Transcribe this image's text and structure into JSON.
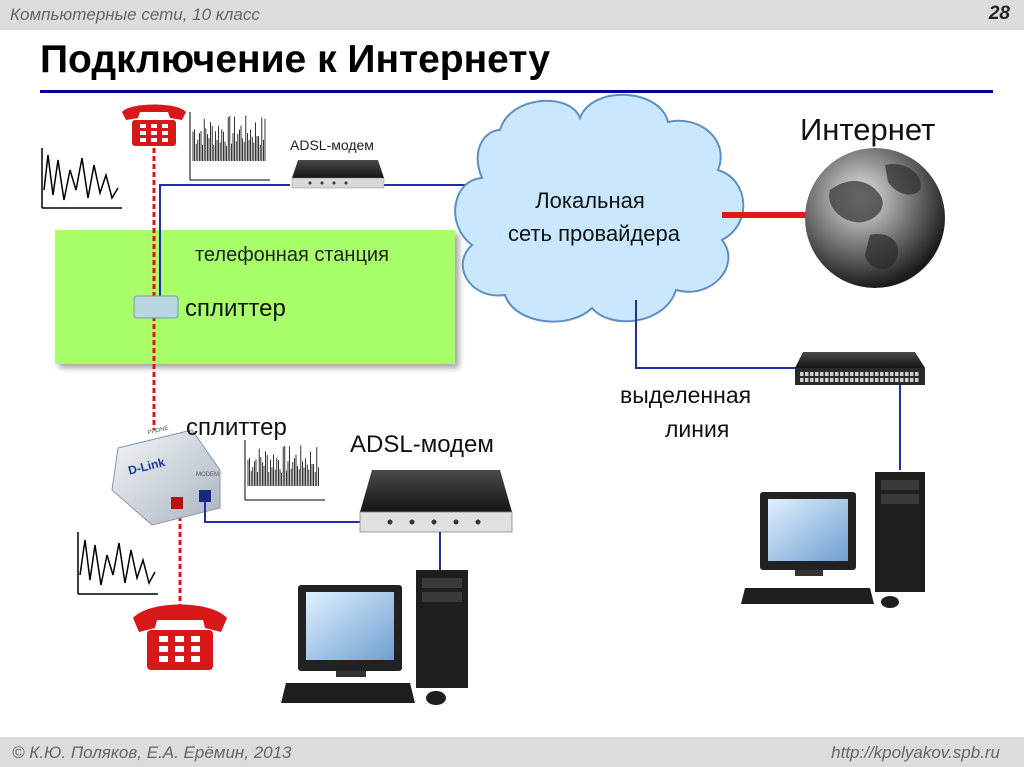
{
  "header": {
    "course": "Компьютерные сети, 10 класс",
    "page_number": "28",
    "title": "Подключение к Интернету"
  },
  "footer": {
    "authors": "© К.Ю. Поляков, Е.А. Ерёмин, 2013",
    "site": "http://kpolyakov.spb.ru"
  },
  "diagram": {
    "adsl_modem_small": "ADSL-модем",
    "internet": "Интернет",
    "provider_cloud_line1": "Локальная",
    "provider_cloud_line2": "сеть провайдера",
    "phone_station": "телефонная станция",
    "splitter_station": "сплиттер",
    "splitter_home": "сплиттер",
    "adsl_modem_home": "ADSL-модем",
    "leased_line_1": "выделенная",
    "leased_line_2": "линия",
    "splitter_brand": "D-Link",
    "splitter_port_phone": "PHONE",
    "splitter_port_modem": "MODEM"
  },
  "colors": {
    "phone_red": "#d81818",
    "station_green": "#a8ff6a",
    "line_blue": "#2030a0",
    "cloud_fill": "#c9e8ff",
    "cloud_stroke": "#5f8fbf",
    "title_rule": "#0000a0"
  }
}
